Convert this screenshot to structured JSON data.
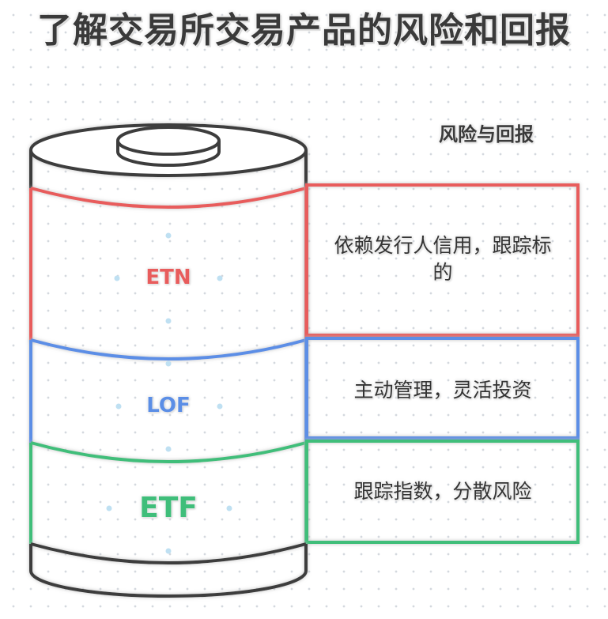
{
  "title": "了解交易所交易产品的风险和回报",
  "legend_title": "风险与回报",
  "colors": {
    "outline": "#3d3d3d",
    "etn": "#e85c5c",
    "lof": "#5b8ee6",
    "etf": "#3fbe7a"
  },
  "layers": [
    {
      "id": "etn",
      "label": "ETN",
      "description": "依赖发行人信用，跟踪标的"
    },
    {
      "id": "lof",
      "label": "LOF",
      "description": "主动管理，灵活投资"
    },
    {
      "id": "etf",
      "label": "ETF",
      "description": "跟踪指数，分散风险"
    }
  ]
}
